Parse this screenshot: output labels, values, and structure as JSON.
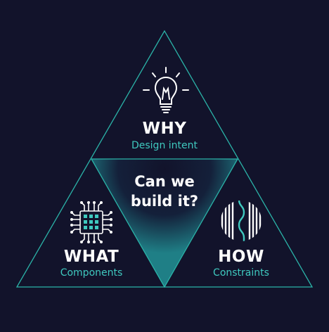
{
  "colors": {
    "background": "#12132b",
    "accent": "#3fc9bf",
    "outline": "#2bb3a8",
    "text": "#ffffff"
  },
  "why": {
    "title": "WHY",
    "subtitle": "Design intent",
    "icon": "lightbulb-icon"
  },
  "what": {
    "title": "WHAT",
    "subtitle": "Components",
    "icon": "chip-icon"
  },
  "how": {
    "title": "HOW",
    "subtitle": "Constraints",
    "icon": "constraints-icon"
  },
  "center": {
    "line1": "Can we",
    "line2": "build it?"
  }
}
